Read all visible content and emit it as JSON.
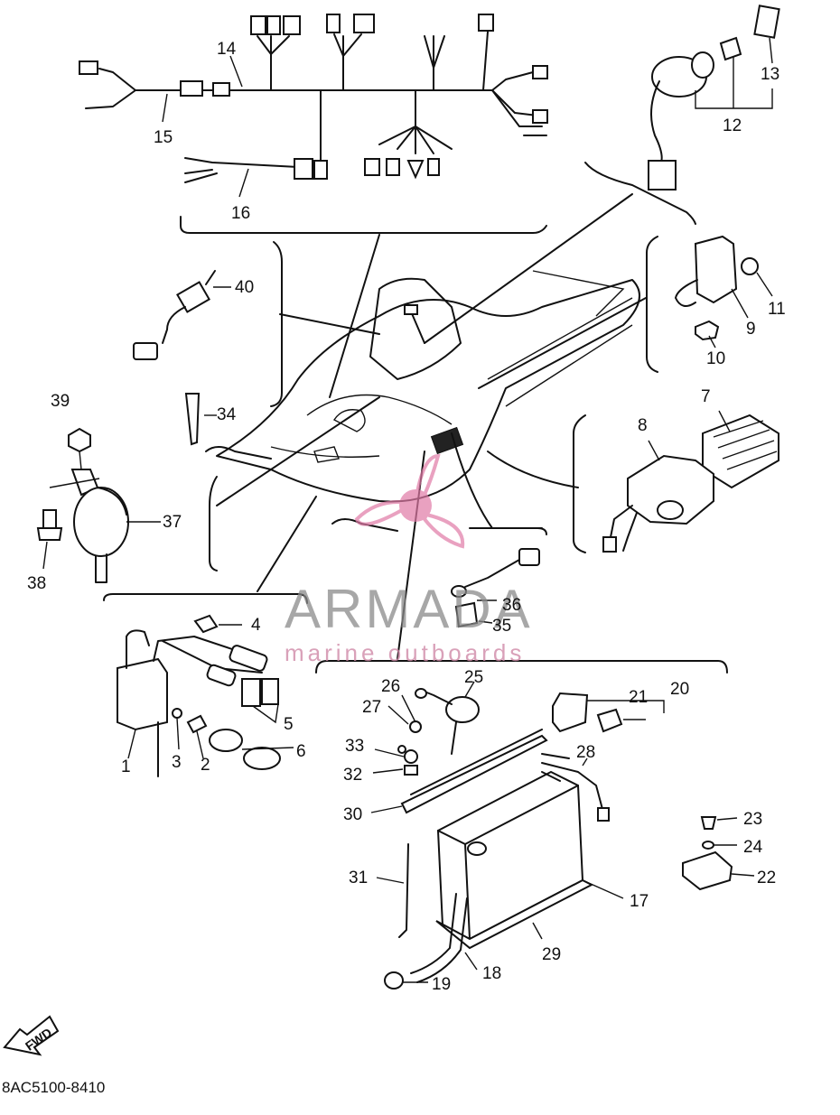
{
  "diagram_code": "8AC5100-8410",
  "fwd_label": "FWD",
  "watermark": {
    "brand": "ARMADA",
    "tagline": "marine outboards",
    "accent_color": "#e07aa6"
  },
  "callouts": [
    {
      "id": "c1",
      "text": "1"
    },
    {
      "id": "c2",
      "text": "2"
    },
    {
      "id": "c3",
      "text": "3"
    },
    {
      "id": "c4",
      "text": "4"
    },
    {
      "id": "c5",
      "text": "5"
    },
    {
      "id": "c6",
      "text": "6"
    },
    {
      "id": "c7",
      "text": "7"
    },
    {
      "id": "c8",
      "text": "8"
    },
    {
      "id": "c9",
      "text": "9"
    },
    {
      "id": "c10",
      "text": "10"
    },
    {
      "id": "c11",
      "text": "11"
    },
    {
      "id": "c12",
      "text": "12"
    },
    {
      "id": "c13",
      "text": "13"
    },
    {
      "id": "c14",
      "text": "14"
    },
    {
      "id": "c15",
      "text": "15"
    },
    {
      "id": "c16",
      "text": "16"
    },
    {
      "id": "c17",
      "text": "17"
    },
    {
      "id": "c18",
      "text": "18"
    },
    {
      "id": "c19",
      "text": "19"
    },
    {
      "id": "c20",
      "text": "20"
    },
    {
      "id": "c21",
      "text": "21"
    },
    {
      "id": "c22",
      "text": "22"
    },
    {
      "id": "c23",
      "text": "23"
    },
    {
      "id": "c24",
      "text": "24"
    },
    {
      "id": "c25",
      "text": "25"
    },
    {
      "id": "c26",
      "text": "26"
    },
    {
      "id": "c27",
      "text": "27"
    },
    {
      "id": "c28",
      "text": "28"
    },
    {
      "id": "c29",
      "text": "29"
    },
    {
      "id": "c30",
      "text": "30"
    },
    {
      "id": "c31",
      "text": "31"
    },
    {
      "id": "c32",
      "text": "32"
    },
    {
      "id": "c33",
      "text": "33"
    },
    {
      "id": "c34",
      "text": "34"
    },
    {
      "id": "c35",
      "text": "35"
    },
    {
      "id": "c36",
      "text": "36"
    },
    {
      "id": "c37",
      "text": "37"
    },
    {
      "id": "c38",
      "text": "38"
    },
    {
      "id": "c39",
      "text": "39"
    },
    {
      "id": "c40",
      "text": "40"
    }
  ]
}
